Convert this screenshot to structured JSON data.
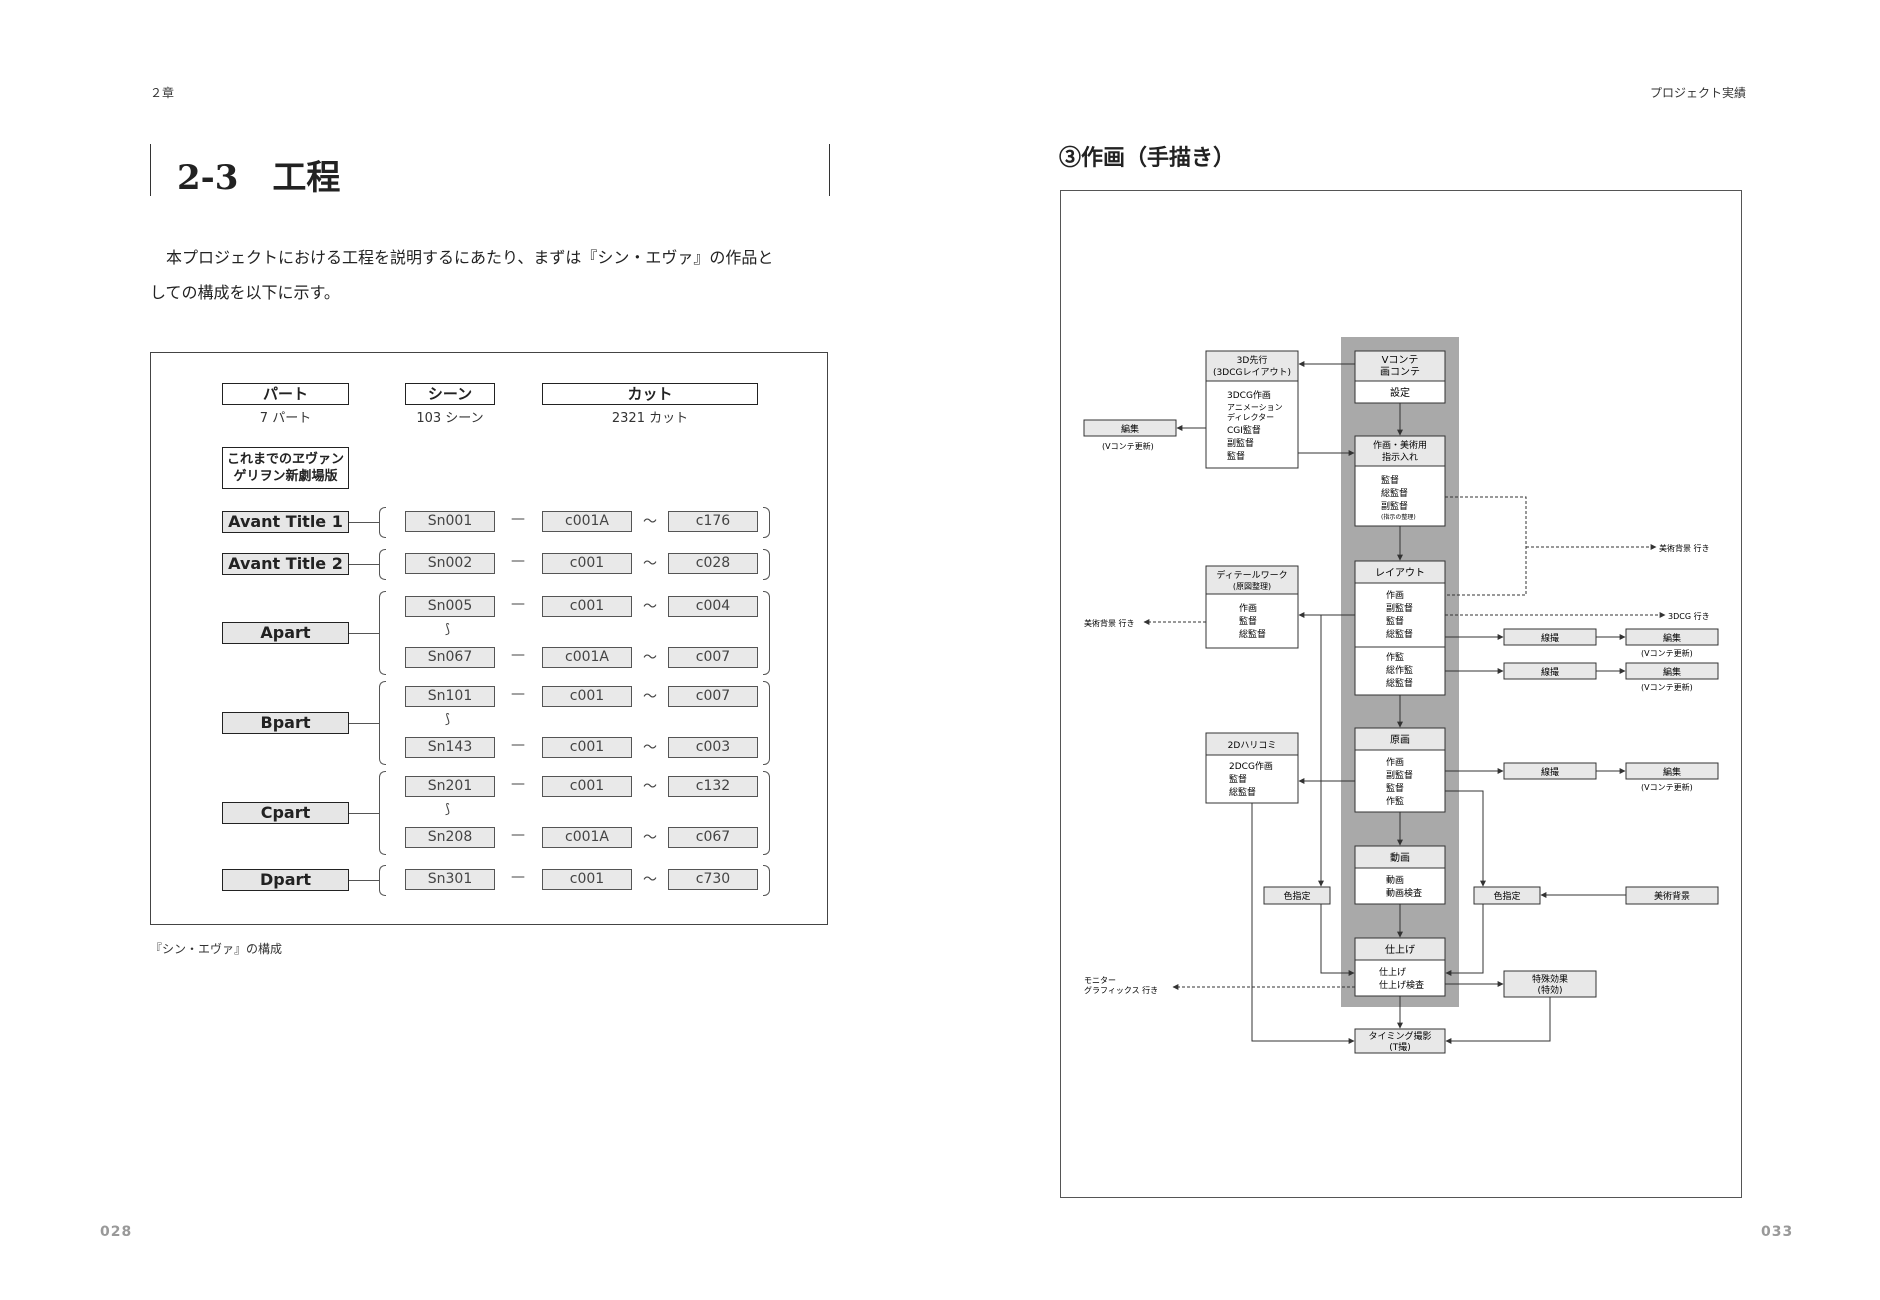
{
  "left_page": {
    "running_head": "２章",
    "section_title": "2-3　工程",
    "intro_line1": "　本プロジェクトにおける工程を説明するにあたり、まずは『シン・エヴァ』の作品と",
    "intro_line2": "しての構成を以下に示す。",
    "table": {
      "col_part": "パート",
      "col_part_sub": "7 パート",
      "col_scene": "シーン",
      "col_scene_sub": "103 シーン",
      "col_cut": "カット",
      "col_cut_sub": "2321 カット",
      "prior_title_1": "これまでのヱヴァン",
      "prior_title_2": "ゲリヲン新劇場版",
      "dash": "—",
      "tilde": "～",
      "squiggle": "⟆",
      "parts": [
        {
          "name": "Avant Title 1",
          "rows": [
            [
              "Sn001",
              "c001A",
              "c176"
            ]
          ]
        },
        {
          "name": "Avant Title 2",
          "rows": [
            [
              "Sn002",
              "c001",
              "c028"
            ]
          ]
        },
        {
          "name": "Apart",
          "rows": [
            [
              "Sn005",
              "c001",
              "c004"
            ],
            [
              "Sn067",
              "c001A",
              "c007"
            ]
          ]
        },
        {
          "name": "Bpart",
          "rows": [
            [
              "Sn101",
              "c001",
              "c007"
            ],
            [
              "Sn143",
              "c001",
              "c003"
            ]
          ]
        },
        {
          "name": "Cpart",
          "rows": [
            [
              "Sn201",
              "c001",
              "c132"
            ],
            [
              "Sn208",
              "c001A",
              "c067"
            ]
          ]
        },
        {
          "name": "Dpart",
          "rows": [
            [
              "Sn301",
              "c001",
              "c730"
            ]
          ]
        }
      ]
    },
    "caption": "『シン・エヴァ』の構成",
    "folio": "028"
  },
  "right_page": {
    "running_head": "プロジェクト実績",
    "figure_title": "③作画（手描き）",
    "folio": "033",
    "flow": {
      "vconte_title_1": "Vコンテ",
      "vconte_title_2": "画コンテ",
      "vconte_body": "設定",
      "sakuga_title_1": "作画・美術用",
      "sakuga_title_2": "指示入れ",
      "sakuga_body": [
        "監督",
        "総監督",
        "副監督"
      ],
      "sakuga_note": "(指示の整理)",
      "layout_title": "レイアウト",
      "layout_body": [
        "作画",
        "副監督",
        "監督",
        "総監督"
      ],
      "layout_body2": [
        "作監",
        "総作監",
        "総監督"
      ],
      "genga_title": "原画",
      "genga_body": [
        "作画",
        "副監督",
        "監督",
        "作監"
      ],
      "douga_title": "動画",
      "douga_body": [
        "動画",
        "動画検査"
      ],
      "shiage_title": "仕上げ",
      "shiage_body": [
        "仕上げ",
        "仕上げ検査"
      ],
      "timing_title_1": "タイミング撮影",
      "timing_title_2": "(T撮)",
      "pre3d_title_1": "3D先行",
      "pre3d_title_2": "(3DCGレイアウト)",
      "pre3d_body": [
        "3DCG作画",
        "アニメーション",
        "ディレクター",
        "CGI監督",
        "副監督",
        "監督"
      ],
      "detail_title_1": "ディテールワーク",
      "detail_title_2": "(原図整理)",
      "detail_body": [
        "作画",
        "監督",
        "総監督"
      ],
      "hari_title": "2Dハリコミ",
      "hari_body": [
        "2DCG作画",
        "監督",
        "総監督"
      ],
      "edit": "編集",
      "vconte_update": "(Vコンテ更新)",
      "line_test": "線撮",
      "color_spec": "色指定",
      "art_bg": "美術背景",
      "sfx_1": "特殊効果",
      "sfx_2": "(特効)",
      "to_art_bg": "美術背景 行き",
      "to_3dcg": "3DCG 行き",
      "to_monitor_1": "モニター",
      "to_monitor_2": "グラフィックス 行き"
    }
  }
}
